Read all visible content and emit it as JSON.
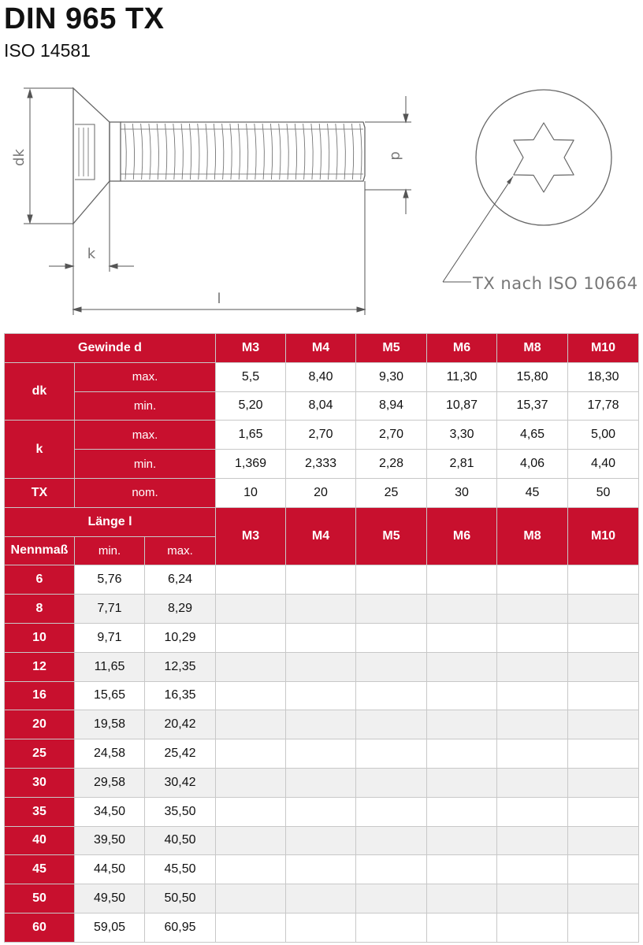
{
  "header": {
    "title": "DIN 965 TX",
    "subtitle": "ISO 14581"
  },
  "drawing": {
    "labels": {
      "dk": "dk",
      "k": "k",
      "l": "l",
      "d": "d",
      "tx_note": "TX nach ISO 10664"
    }
  },
  "spec_table": {
    "thread_header": "Gewinde d",
    "sizes": [
      "M3",
      "M4",
      "M5",
      "M6",
      "M8",
      "M10"
    ],
    "rows": [
      {
        "group": "dk",
        "sub": "max.",
        "values": [
          "5,5",
          "8,40",
          "9,30",
          "11,30",
          "15,80",
          "18,30"
        ]
      },
      {
        "group": "",
        "sub": "min.",
        "values": [
          "5,20",
          "8,04",
          "8,94",
          "10,87",
          "15,37",
          "17,78"
        ]
      },
      {
        "group": "k",
        "sub": "max.",
        "values": [
          "1,65",
          "2,70",
          "2,70",
          "3,30",
          "4,65",
          "5,00"
        ]
      },
      {
        "group": "",
        "sub": "min.",
        "values": [
          "1,369",
          "2,333",
          "2,28",
          "2,81",
          "4,06",
          "4,40"
        ]
      },
      {
        "group": "TX",
        "sub": "nom.",
        "values": [
          "10",
          "20",
          "25",
          "30",
          "45",
          "50"
        ]
      }
    ],
    "length_header": "Länge l",
    "nominal_header": "Nennmaß",
    "min_header": "min.",
    "max_header": "max.",
    "lengths": [
      {
        "nom": "6",
        "min": "5,76",
        "max": "6,24"
      },
      {
        "nom": "8",
        "min": "7,71",
        "max": "8,29"
      },
      {
        "nom": "10",
        "min": "9,71",
        "max": "10,29"
      },
      {
        "nom": "12",
        "min": "11,65",
        "max": "12,35"
      },
      {
        "nom": "16",
        "min": "15,65",
        "max": "16,35"
      },
      {
        "nom": "20",
        "min": "19,58",
        "max": "20,42"
      },
      {
        "nom": "25",
        "min": "24,58",
        "max": "25,42"
      },
      {
        "nom": "30",
        "min": "29,58",
        "max": "30,42"
      },
      {
        "nom": "35",
        "min": "34,50",
        "max": "35,50"
      },
      {
        "nom": "40",
        "min": "39,50",
        "max": "40,50"
      },
      {
        "nom": "45",
        "min": "44,50",
        "max": "45,50"
      },
      {
        "nom": "50",
        "min": "49,50",
        "max": "50,50"
      },
      {
        "nom": "60",
        "min": "59,05",
        "max": "60,95"
      }
    ]
  }
}
